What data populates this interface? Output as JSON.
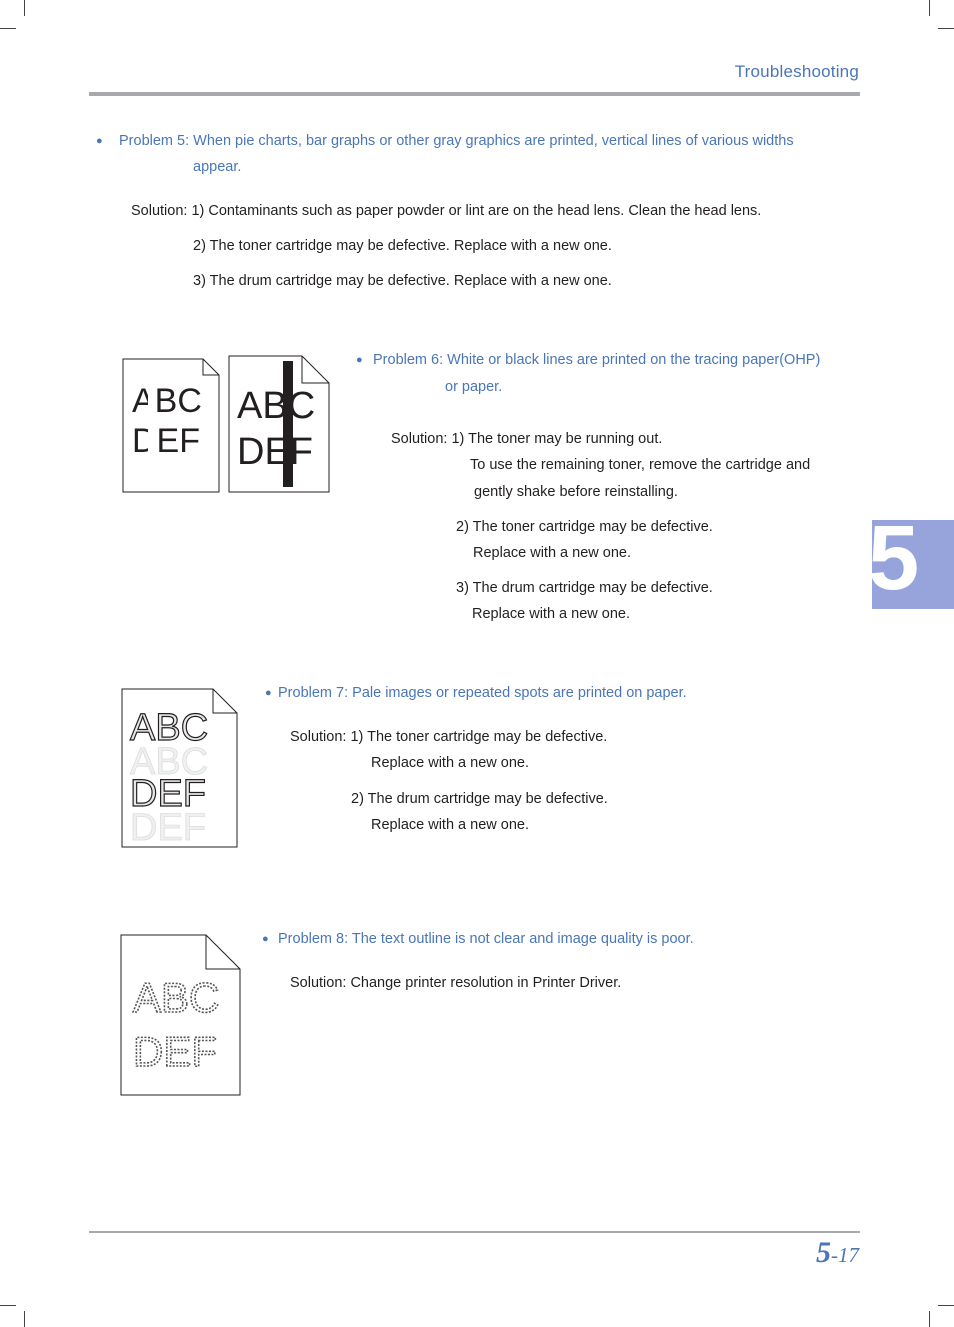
{
  "header": {
    "section_title": "Troubleshooting"
  },
  "footer": {
    "chapter": "5",
    "page": "-17"
  },
  "side_tab": {
    "label": "5"
  },
  "problems": [
    {
      "title_line1": "Problem 5: When pie charts, bar graphs or other gray graphics are printed, vertical lines of various widths",
      "title_line2": "appear.",
      "lines": [
        "Solution: 1) Contaminants such as paper powder or lint are on the head lens. Clean the head lens.",
        "2) The toner cartridge may be defective. Replace with a new one.",
        "3) The drum cartridge may be defective. Replace with a new one."
      ]
    },
    {
      "title_line1": "Problem 6: White or black lines are printed on the tracing paper(OHP)",
      "title_line2": "or paper.",
      "lines": [
        "Solution: 1) The toner may be running out.",
        "To use the remaining toner, remove the cartridge and",
        "gently shake before reinstalling.",
        "2) The toner cartridge may be defective.",
        "Replace with a new one.",
        "3) The drum cartridge may be defective.",
        "Replace with a new one."
      ],
      "sample_text": [
        "ABC",
        "DEF"
      ]
    },
    {
      "title_line1": "Problem 7: Pale images or repeated spots are printed on paper.",
      "lines": [
        "Solution: 1) The toner cartridge may be defective.",
        "Replace with a new one.",
        "2) The drum cartridge may be defective.",
        "Replace with a new one."
      ],
      "sample_text": [
        "ABC",
        "DEF"
      ]
    },
    {
      "title_line1": "Problem 8: The text outline is not clear and image quality is poor.",
      "lines": [
        "Solution: Change printer resolution in Printer Driver."
      ],
      "sample_text": [
        "ABC",
        "DEF"
      ]
    }
  ],
  "colors": {
    "accent": "#4a76b8",
    "tab": "#97a4dc",
    "rule": "#a7a9ac"
  }
}
